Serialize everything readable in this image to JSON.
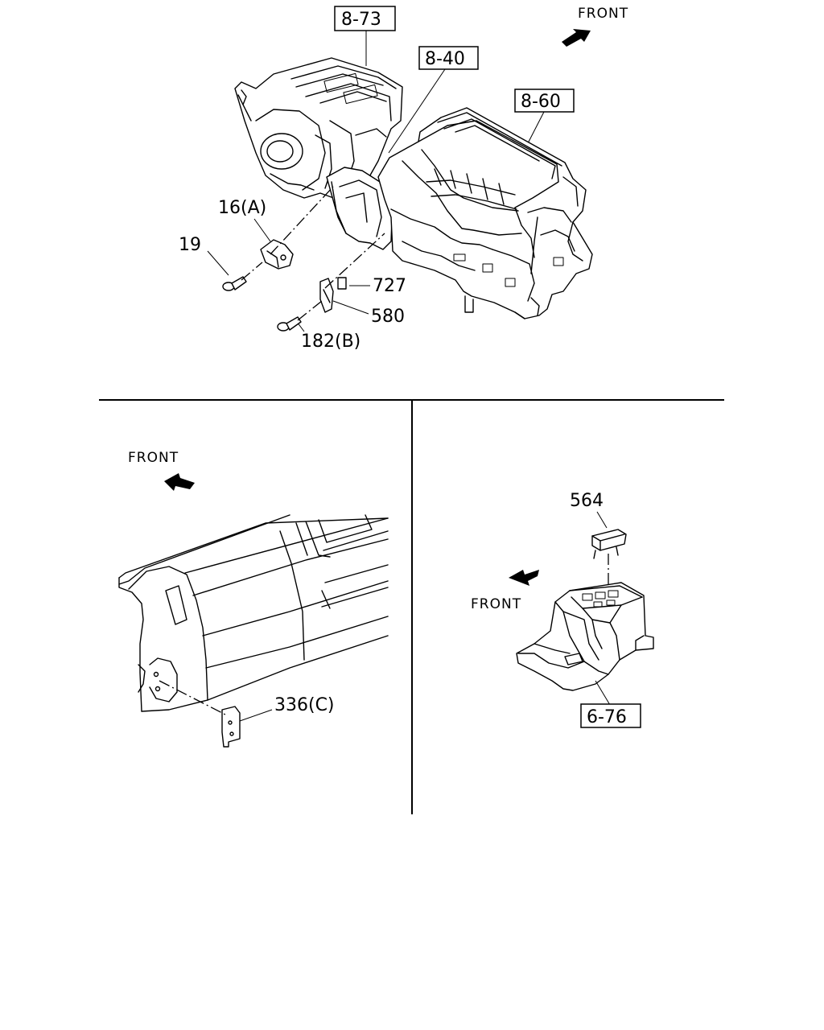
{
  "panels": {
    "top": {
      "direction_label": "FRONT",
      "refs": [
        "8-73",
        "8-40",
        "8-60"
      ],
      "parts": [
        "16(A)",
        "19",
        "727",
        "580",
        "182(B)"
      ]
    },
    "bottom_left": {
      "direction_label": "FRONT",
      "parts": [
        "336(C)"
      ]
    },
    "bottom_right": {
      "direction_label": "FRONT",
      "refs": [
        "6-76"
      ],
      "parts": [
        "564"
      ]
    }
  },
  "colors": {
    "line": "#000000",
    "background": "#ffffff"
  },
  "icons": {
    "direction_arrow": "filled-arrow-icon"
  }
}
